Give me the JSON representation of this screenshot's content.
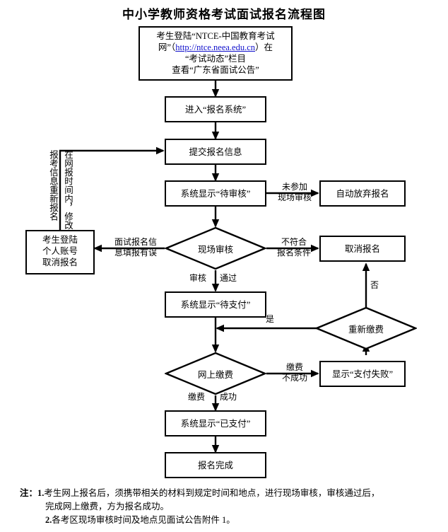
{
  "title": "中小学教师资格考试面试报名流程图",
  "colors": {
    "line": "#000000",
    "box_border": "#000000",
    "background": "#ffffff",
    "hyperlink": "#1111cc"
  },
  "nodes": {
    "login_site": {
      "type": "process",
      "line1": "考生登陆“NTCE-中国教育考试",
      "line2_pre": "网”（",
      "line2_link": "http://ntce.neea.edu.cn",
      "line2_post": "）在",
      "line3": "“考试动态”栏目",
      "line4": "查看“广东省面试公告”"
    },
    "enter_system": {
      "type": "process",
      "label": "进入“报名系统”"
    },
    "submit_info": {
      "type": "process",
      "label": "提交报名信息"
    },
    "show_pending_review": {
      "type": "process",
      "label": "系统显示“待审核”"
    },
    "auto_abandon": {
      "type": "process",
      "label": "自动放弃报名"
    },
    "onsite_review": {
      "type": "decision",
      "label": "现场审核"
    },
    "cancel_by_self": {
      "type": "process",
      "line1": "考生登陆",
      "line2": "个人账号",
      "line3": "取消报名"
    },
    "cancel_registration": {
      "type": "process",
      "label": "取消报名"
    },
    "show_pending_payment": {
      "type": "process",
      "label": "系统显示“待支付”"
    },
    "repay": {
      "type": "decision",
      "label": "重新缴费"
    },
    "online_payment": {
      "type": "decision",
      "label": "网上缴费"
    },
    "payment_failed": {
      "type": "process",
      "label": "显示“支付失败”"
    },
    "show_paid": {
      "type": "process",
      "label": "系统显示“已支付”"
    },
    "registration_done": {
      "type": "process",
      "label": "报名完成"
    }
  },
  "edge_labels": {
    "not_attended_line1": "未参加",
    "not_attended_line2": "现场审核",
    "info_error_line1": "面试报名信",
    "info_error_line2": "息填报有误",
    "not_qualified_line1": "不符合",
    "not_qualified_line2": "报名条件",
    "review_passed_left": "审核",
    "review_passed_right": "通过",
    "repay_yes": "是",
    "repay_no": "否",
    "pay_fail_line1": "缴费",
    "pay_fail_line2": "不成功",
    "pay_ok_left": "缴费",
    "pay_ok_right": "成功",
    "loop_column_outer": "报考信息重新报名",
    "loop_column_inner": "在网报时间内，修改"
  },
  "notes": {
    "label": "注：",
    "item1_num": "1.",
    "item1_line1": "考生网上报名后，须携带相关的材料到规定时间和地点，进行现场审核，审核通过后，",
    "item1_line2": "完成网上缴费，方为报名成功。",
    "item2_num": "2.",
    "item2_line1": "各考区现场审核时间及地点见面试公告附件 1。"
  }
}
